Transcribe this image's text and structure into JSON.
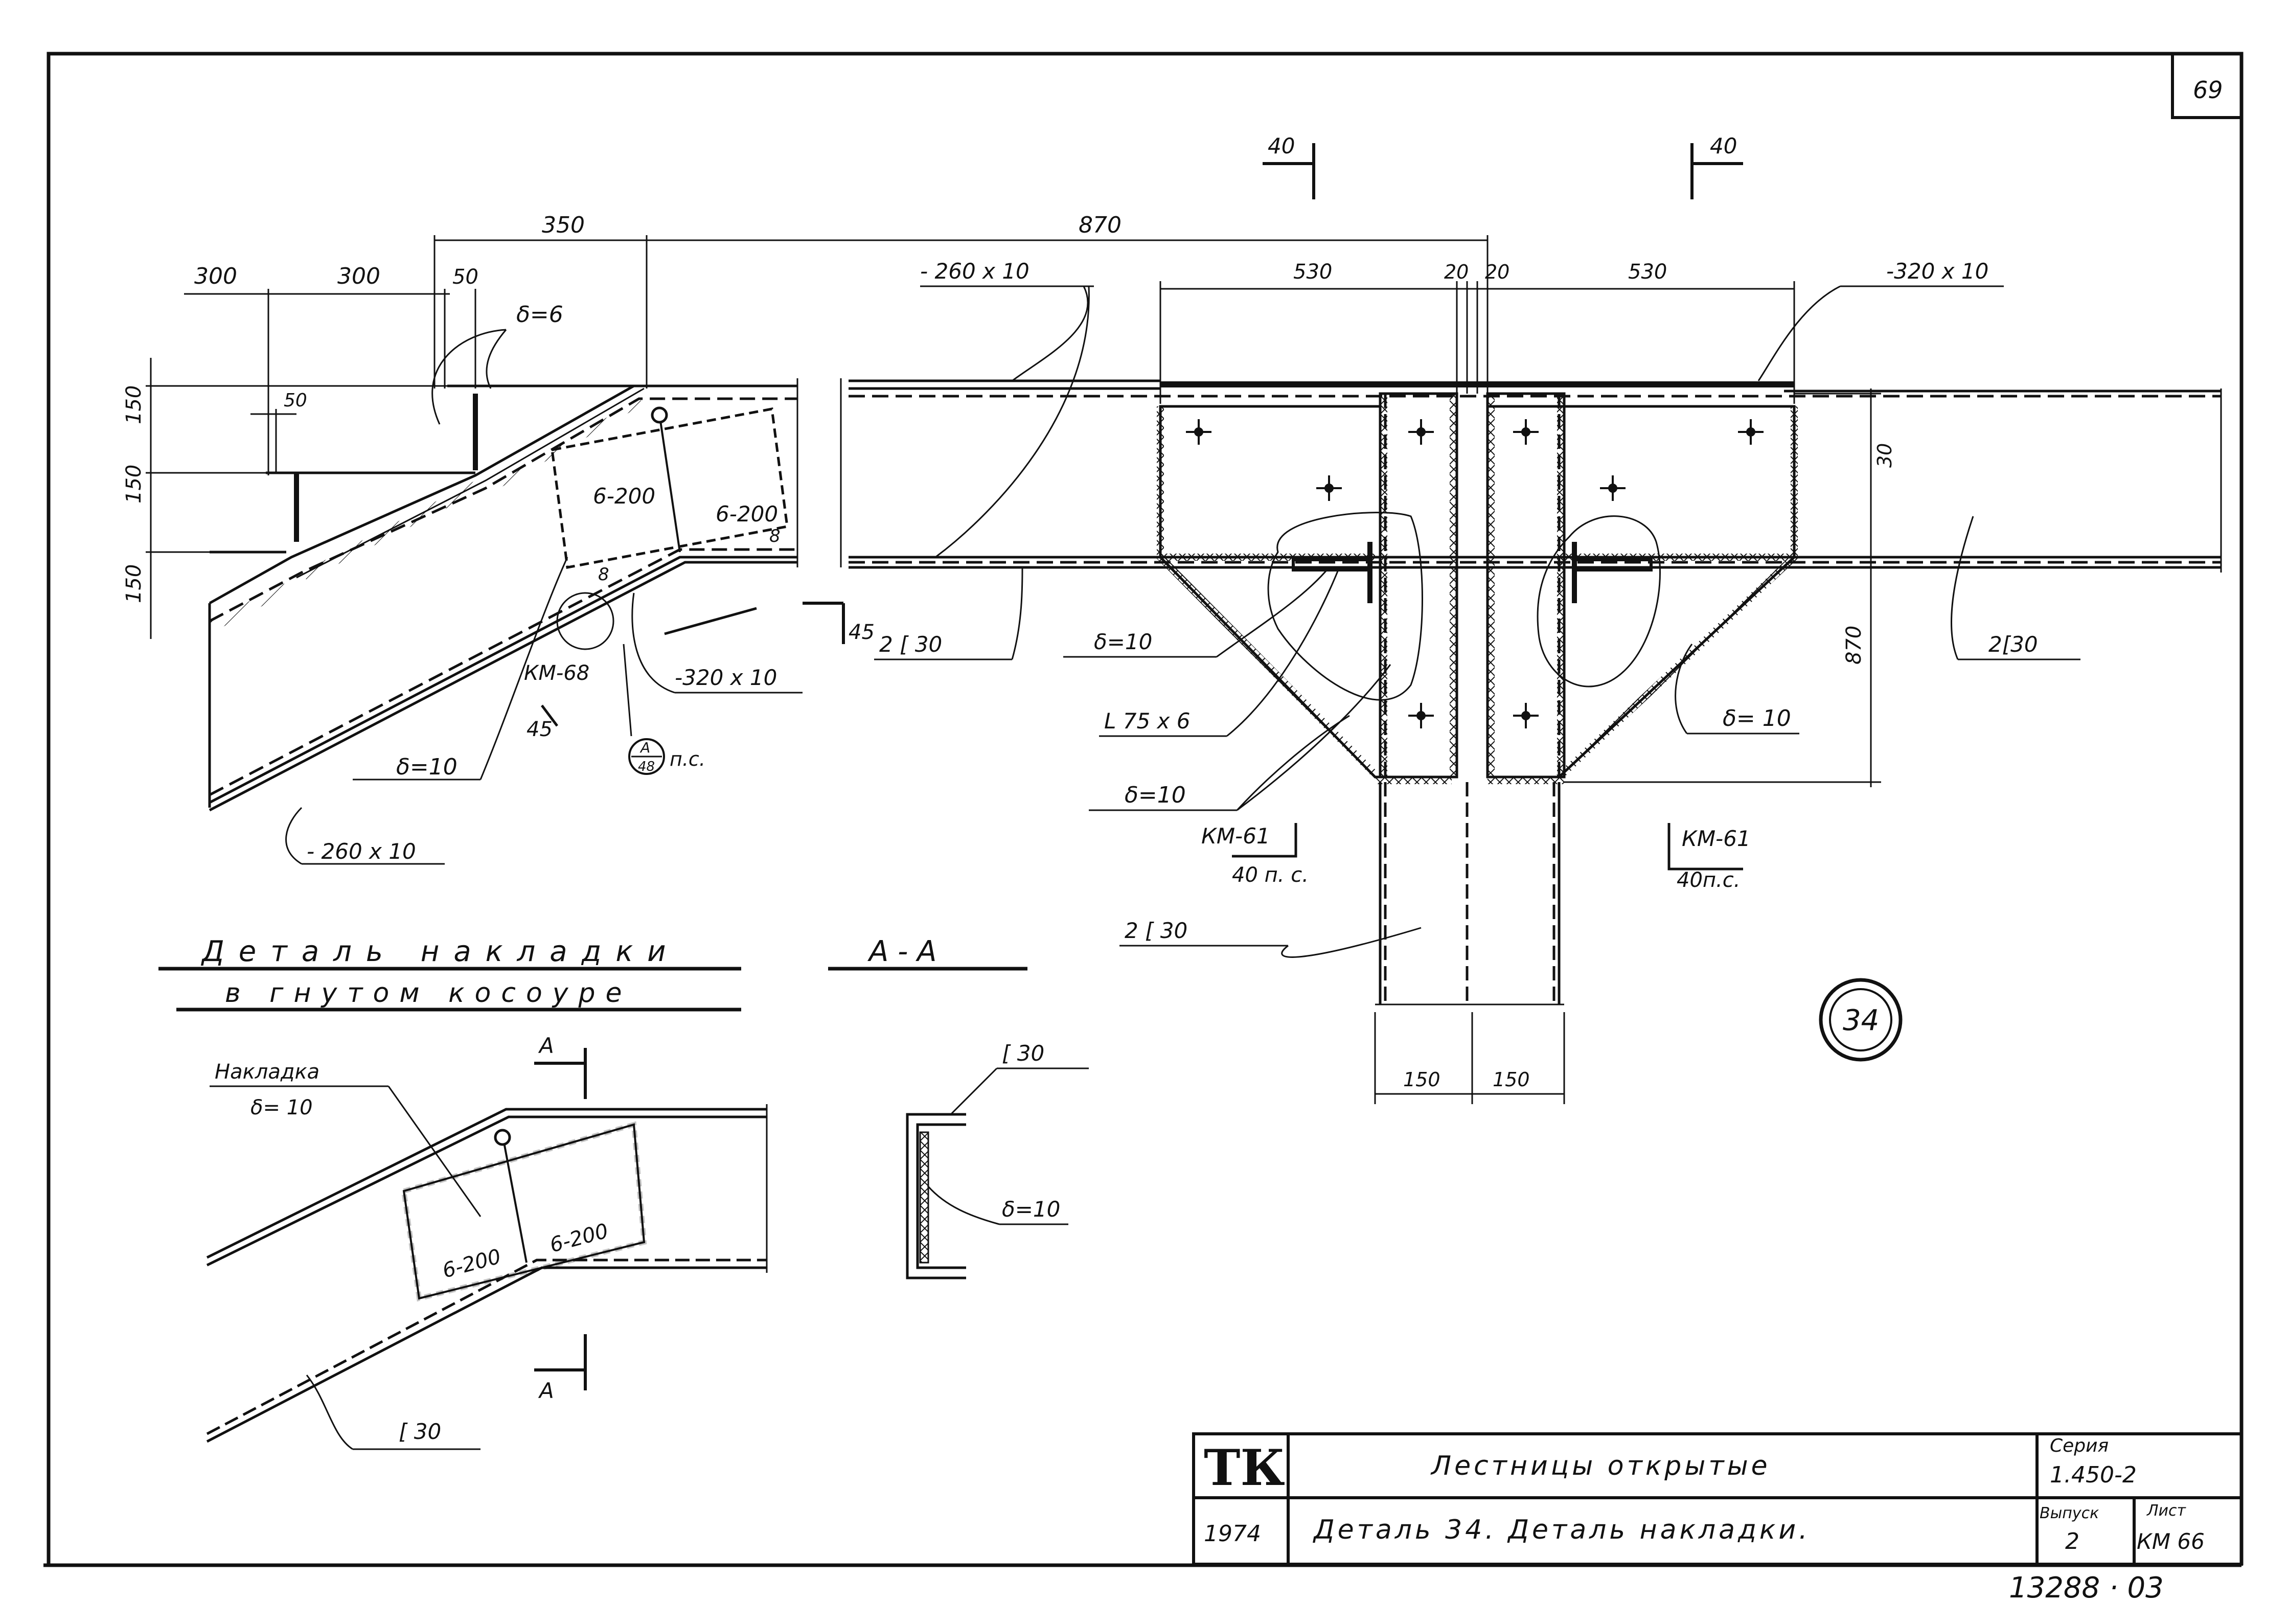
{
  "sheet": {
    "page_number": "69",
    "detail_badge": "34",
    "stamp_bottom": "13288 · 03"
  },
  "title_block": {
    "org": "ТК",
    "year": "1974",
    "project": "Лестницы открытые",
    "sheet_title": "Деталь 34. Деталь накладки.",
    "series_label": "Серия",
    "series_value": "1.450-2",
    "issue_label": "Выпуск",
    "issue_value": "2",
    "sheet_label": "Лист",
    "sheet_value": "КМ 66"
  },
  "section_marks": {
    "top_left": "40",
    "top_right": "40",
    "aa_top": "А",
    "aa_bottom": "А",
    "cut_45": "45",
    "km61_left_a": "КМ-61",
    "km61_left_b": "40 п. с.",
    "km61_right_a": "КМ-61",
    "km61_right_b": "40п.с.",
    "km68_a": "КМ-68",
    "km68_b": "45",
    "bubble_top": "А",
    "bubble_bottom": "48",
    "bubble_note": "п.с."
  },
  "dimensions": {
    "d350": "350",
    "d870_top": "870",
    "d300_a": "300",
    "d300_b": "300",
    "d50_top": "50",
    "d50_inner": "50",
    "d150_a": "150",
    "d150_b": "150",
    "d150_c": "150",
    "d530_a": "530",
    "d20_a": "20",
    "d20_b": "20",
    "d530_b": "530",
    "d30": "30",
    "d870_right": "870",
    "d150_bot_a": "150",
    "d150_bot_b": "150"
  },
  "labels": {
    "delta6": "δ=6",
    "plate_260_top": "- 260 x 10",
    "plate_320_top": "-320 x 10",
    "weld_6_200_a": "6-200",
    "weld_6_200_b": "6-200",
    "marker_8": "8",
    "marker_8b": "8",
    "plate_320_left": "-320 x 10",
    "channel_2c30_a": "2 [ 30",
    "channel_2c30_right": "2[30",
    "delta10_a": "δ=10",
    "delta10_b": "δ=10",
    "delta10_c": "δ= 10",
    "delta10_left": "δ=10",
    "angle_75x6": "L 75 x 6",
    "plate_260_bottom": "- 260 x 10",
    "channel_2c30_b": "2 [ 30",
    "detail_title_1": "Деталь накладки",
    "detail_title_2": "в гнутом косоуре",
    "aa_title": "А - А",
    "nakladka": "Накладка",
    "nakladka_delta": "δ= 10",
    "weld_6_200_c": "6-200",
    "weld_6_200_d": "6-200",
    "channel_c30_section": "[ 30",
    "delta10_section": "δ=10",
    "channel_c30_bottom": "[ 30"
  }
}
